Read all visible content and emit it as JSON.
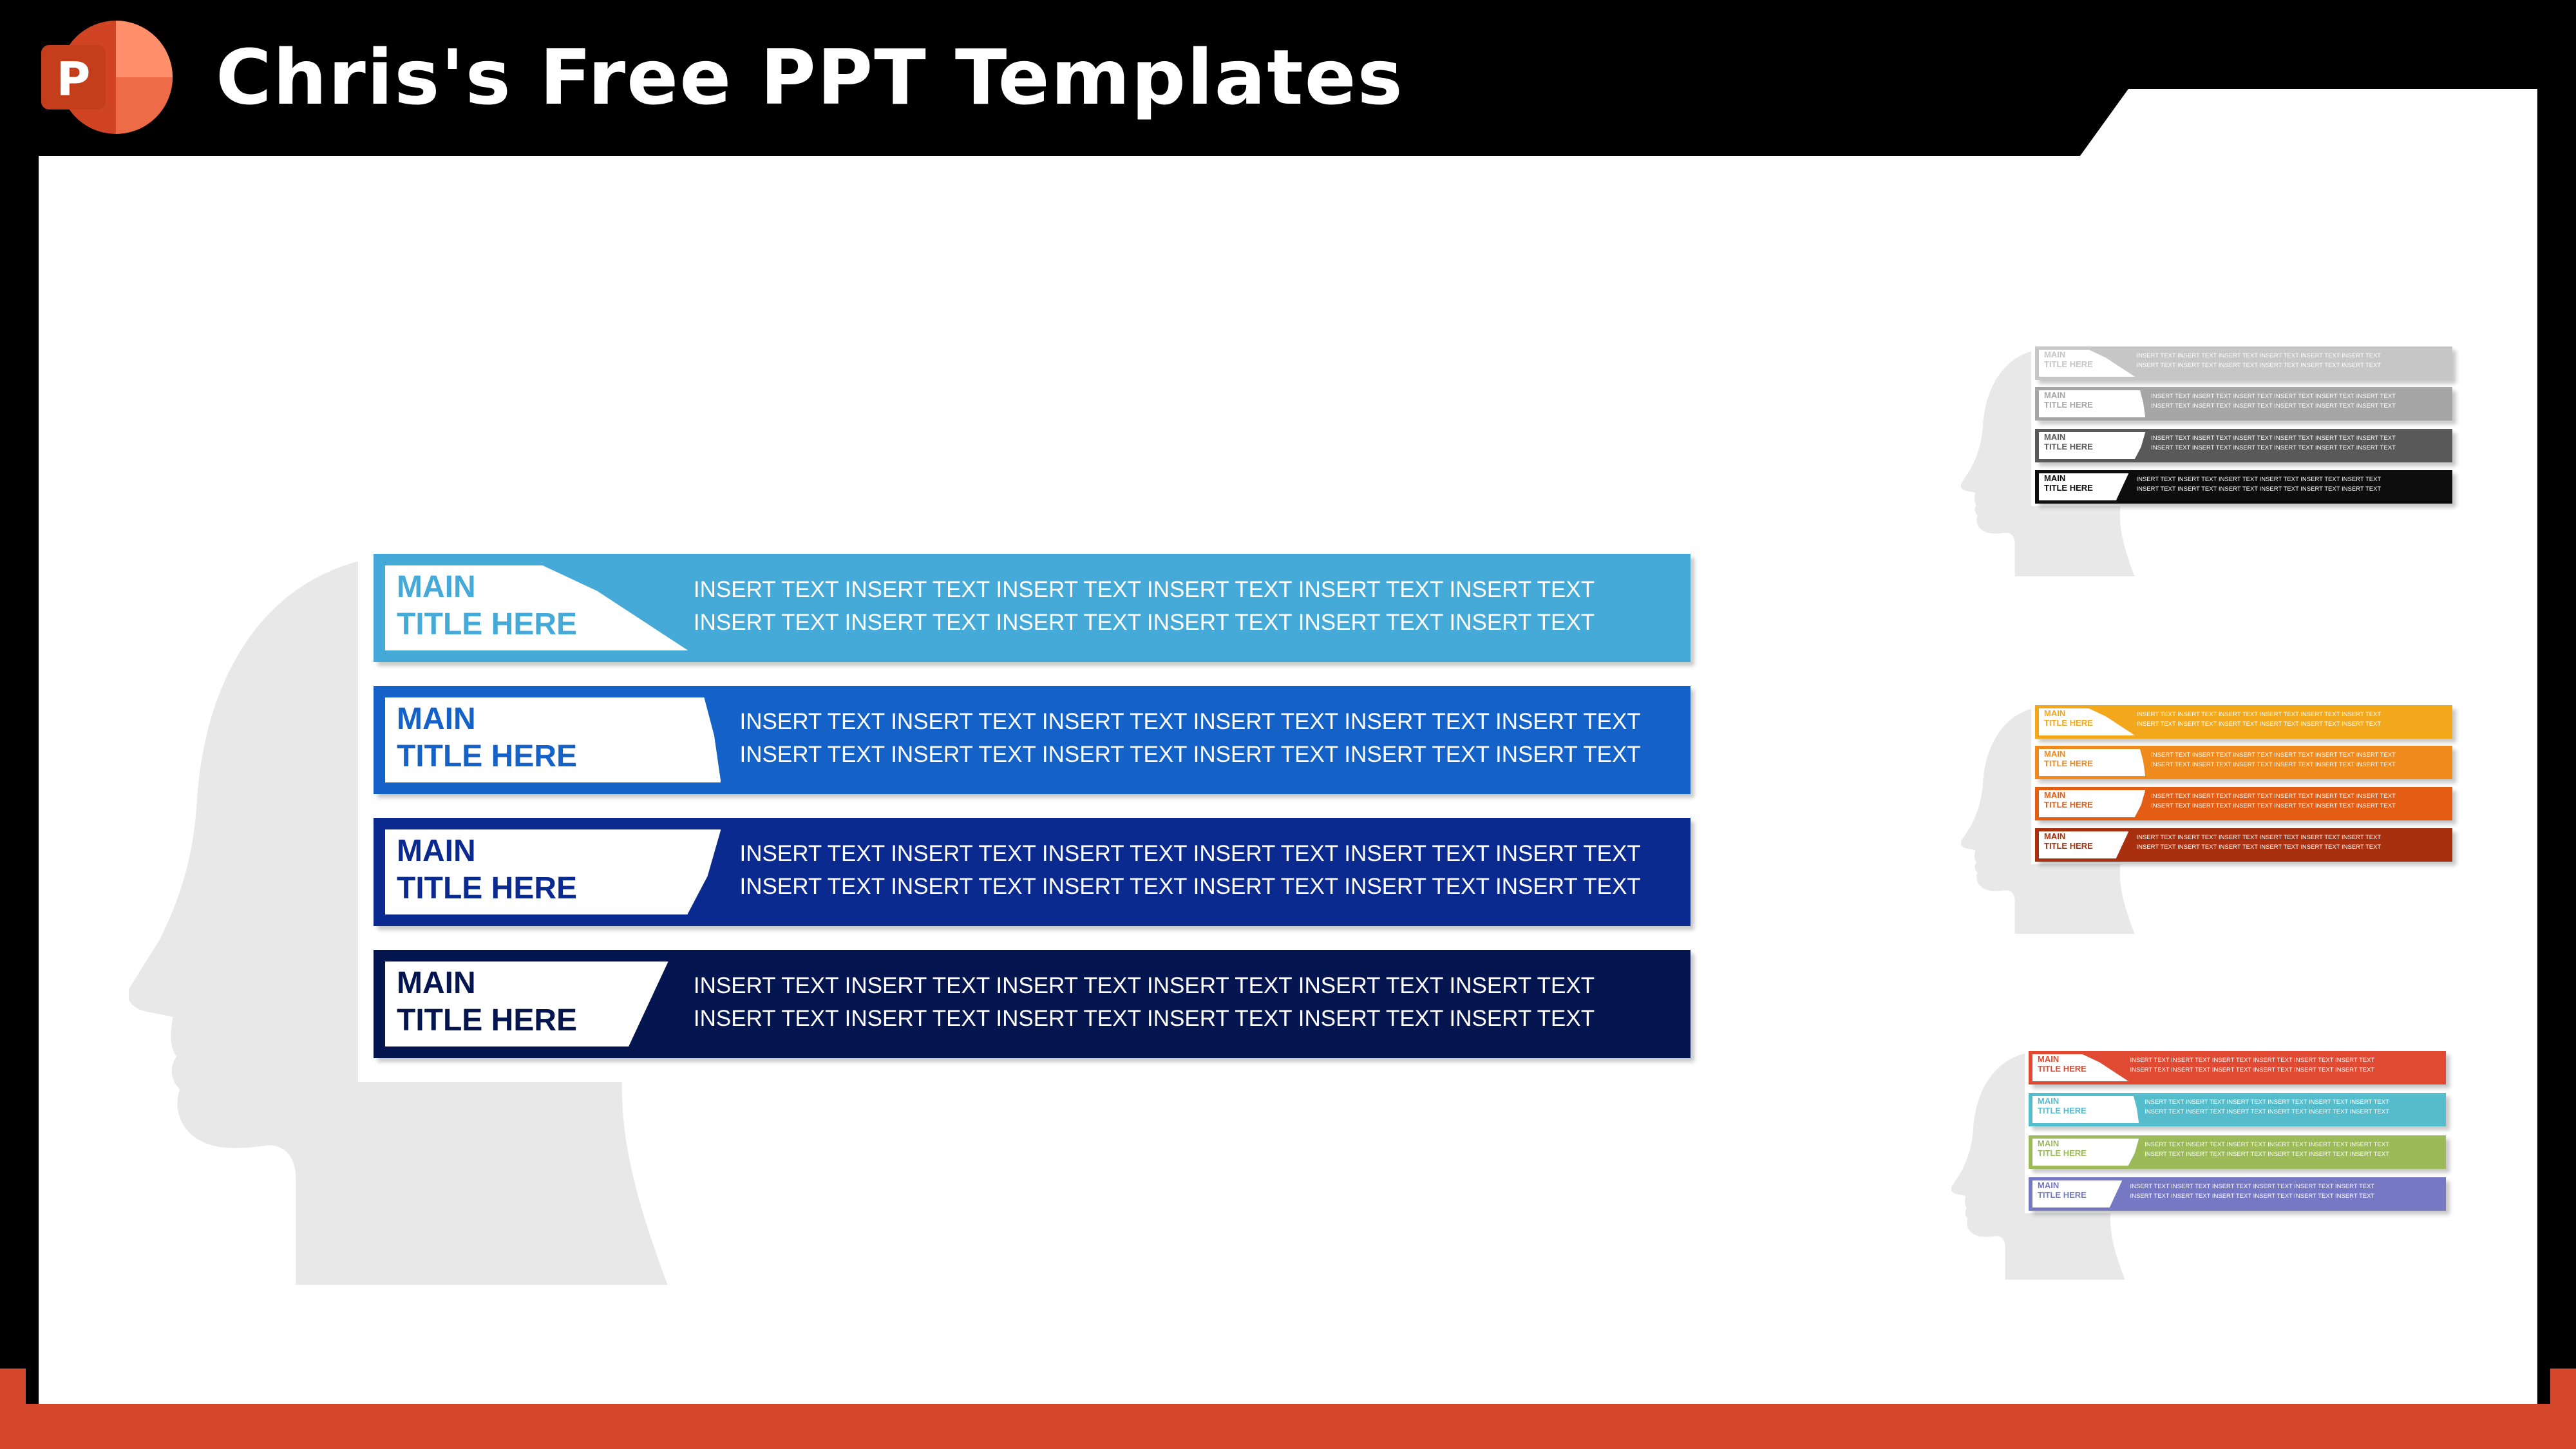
{
  "brand": {
    "title": "Chris's Free PPT Templates",
    "icon_letter": "P",
    "icon": "powerpoint-icon"
  },
  "colors": {
    "frame": "#000000",
    "accent_bottom": "#d4472a",
    "canvas": "#ffffff",
    "head_silhouette": "#e8e8e8"
  },
  "main_bars": [
    {
      "title_line1": "MAIN",
      "title_line2": "TITLE  HERE",
      "text_line1": "INSERT TEXT INSERT TEXT INSERT TEXT INSERT TEXT INSERT TEXT INSERT TEXT",
      "text_line2": "INSERT TEXT INSERT TEXT INSERT TEXT INSERT TEXT INSERT TEXT INSERT TEXT",
      "color": "#45aad8"
    },
    {
      "title_line1": "MAIN",
      "title_line2": "TITLE  HERE",
      "text_line1": "INSERT TEXT INSERT TEXT INSERT TEXT INSERT TEXT INSERT TEXT INSERT TEXT",
      "text_line2": "INSERT TEXT INSERT TEXT INSERT TEXT INSERT TEXT INSERT TEXT INSERT TEXT",
      "color": "#1461c8"
    },
    {
      "title_line1": "MAIN",
      "title_line2": "TITLE  HERE",
      "text_line1": "INSERT TEXT INSERT TEXT INSERT TEXT INSERT TEXT INSERT TEXT INSERT TEXT",
      "text_line2": "INSERT TEXT INSERT TEXT INSERT TEXT INSERT TEXT INSERT TEXT INSERT TEXT",
      "color": "#0b2a90"
    },
    {
      "title_line1": "MAIN",
      "title_line2": "TITLE  HERE",
      "text_line1": "INSERT TEXT INSERT TEXT INSERT TEXT INSERT TEXT INSERT TEXT INSERT TEXT",
      "text_line2": "INSERT TEXT INSERT TEXT INSERT TEXT INSERT TEXT INSERT TEXT INSERT TEXT",
      "color": "#051550"
    }
  ],
  "variants": [
    {
      "name": "grayscale",
      "bars": [
        {
          "title_line1": "MAIN",
          "title_line2": "TITLE  HERE",
          "text_line1": "INSERT TEXT INSERT TEXT INSERT TEXT INSERT TEXT INSERT TEXT INSERT TEXT",
          "text_line2": "INSERT TEXT INSERT TEXT INSERT TEXT INSERT TEXT INSERT TEXT INSERT TEXT",
          "color": "#c6c6c6"
        },
        {
          "title_line1": "MAIN",
          "title_line2": "TITLE  HERE",
          "text_line1": "INSERT TEXT INSERT TEXT INSERT TEXT INSERT TEXT INSERT TEXT INSERT TEXT",
          "text_line2": "INSERT TEXT INSERT TEXT INSERT TEXT INSERT TEXT INSERT TEXT INSERT TEXT",
          "color": "#a6a6a6"
        },
        {
          "title_line1": "MAIN",
          "title_line2": "TITLE  HERE",
          "text_line1": "INSERT TEXT INSERT TEXT INSERT TEXT INSERT TEXT INSERT TEXT INSERT TEXT",
          "text_line2": "INSERT TEXT INSERT TEXT INSERT TEXT INSERT TEXT INSERT TEXT INSERT TEXT",
          "color": "#595959"
        },
        {
          "title_line1": "MAIN",
          "title_line2": "TITLE  HERE",
          "text_line1": "INSERT TEXT INSERT TEXT INSERT TEXT INSERT TEXT INSERT TEXT INSERT TEXT",
          "text_line2": "INSERT TEXT INSERT TEXT INSERT TEXT INSERT TEXT INSERT TEXT INSERT TEXT",
          "color": "#0d0d0d"
        }
      ]
    },
    {
      "name": "warm",
      "bars": [
        {
          "title_line1": "MAIN",
          "title_line2": "TITLE  HERE",
          "text_line1": "INSERT TEXT INSERT TEXT INSERT TEXT INSERT TEXT INSERT TEXT INSERT TEXT",
          "text_line2": "INSERT TEXT INSERT TEXT INSERT TEXT INSERT TEXT INSERT TEXT INSERT TEXT",
          "color": "#f2a81a"
        },
        {
          "title_line1": "MAIN",
          "title_line2": "TITLE  HERE",
          "text_line1": "INSERT TEXT INSERT TEXT INSERT TEXT INSERT TEXT INSERT TEXT INSERT TEXT",
          "text_line2": "INSERT TEXT INSERT TEXT INSERT TEXT INSERT TEXT INSERT TEXT INSERT TEXT",
          "color": "#ef8a1c"
        },
        {
          "title_line1": "MAIN",
          "title_line2": "TITLE  HERE",
          "text_line1": "INSERT TEXT INSERT TEXT INSERT TEXT INSERT TEXT INSERT TEXT INSERT TEXT",
          "text_line2": "INSERT TEXT INSERT TEXT INSERT TEXT INSERT TEXT INSERT TEXT INSERT TEXT",
          "color": "#e35d14"
        },
        {
          "title_line1": "MAIN",
          "title_line2": "TITLE  HERE",
          "text_line1": "INSERT TEXT INSERT TEXT INSERT TEXT INSERT TEXT INSERT TEXT INSERT TEXT",
          "text_line2": "INSERT TEXT INSERT TEXT INSERT TEXT INSERT TEXT INSERT TEXT INSERT TEXT",
          "color": "#a8300f"
        }
      ]
    },
    {
      "name": "mixed",
      "bars": [
        {
          "title_line1": "MAIN",
          "title_line2": "TITLE  HERE",
          "text_line1": "INSERT TEXT INSERT TEXT INSERT TEXT INSERT TEXT INSERT TEXT INSERT TEXT",
          "text_line2": "INSERT TEXT INSERT TEXT INSERT TEXT INSERT TEXT INSERT TEXT INSERT TEXT",
          "color": "#e04a32"
        },
        {
          "title_line1": "MAIN",
          "title_line2": "TITLE  HERE",
          "text_line1": "INSERT TEXT INSERT TEXT INSERT TEXT INSERT TEXT INSERT TEXT INSERT TEXT",
          "text_line2": "INSERT TEXT INSERT TEXT INSERT TEXT INSERT TEXT INSERT TEXT INSERT TEXT",
          "color": "#55bccb"
        },
        {
          "title_line1": "MAIN",
          "title_line2": "TITLE  HERE",
          "text_line1": "INSERT TEXT INSERT TEXT INSERT TEXT INSERT TEXT INSERT TEXT INSERT TEXT",
          "text_line2": "INSERT TEXT INSERT TEXT INSERT TEXT INSERT TEXT INSERT TEXT INSERT TEXT",
          "color": "#9cba58"
        },
        {
          "title_line1": "MAIN",
          "title_line2": "TITLE  HERE",
          "text_line1": "INSERT TEXT INSERT TEXT INSERT TEXT INSERT TEXT INSERT TEXT INSERT TEXT",
          "text_line2": "INSERT TEXT INSERT TEXT INSERT TEXT INSERT TEXT INSERT TEXT INSERT TEXT",
          "color": "#7778c4"
        }
      ]
    }
  ]
}
